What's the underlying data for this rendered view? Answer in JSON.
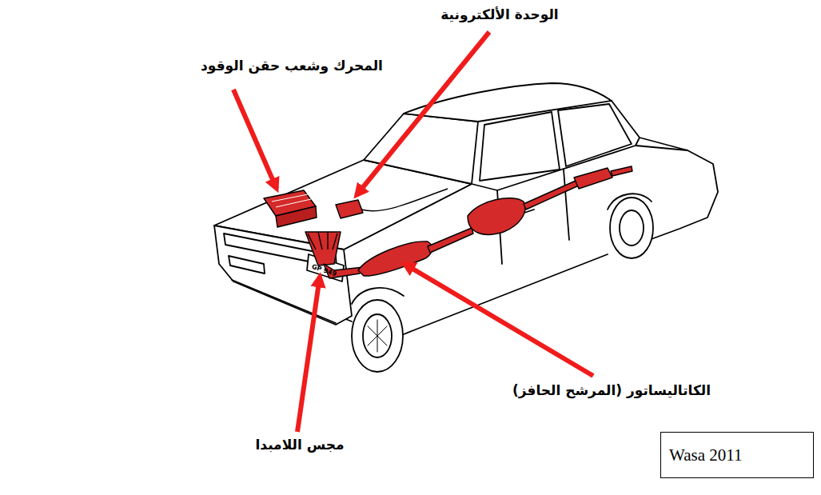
{
  "diagram": {
    "nodes": [
      {
        "text": [
          "Wasa 2011"
        ]
      }
    ],
    "labels": [
      "الوحدة الألكترونية",
      "المحرك وشعب حقن الوقود",
      "مجس اللامبدا",
      "الكاتاليساتور (المرشح الحافز)",
      "GP 949"
    ]
  }
}
